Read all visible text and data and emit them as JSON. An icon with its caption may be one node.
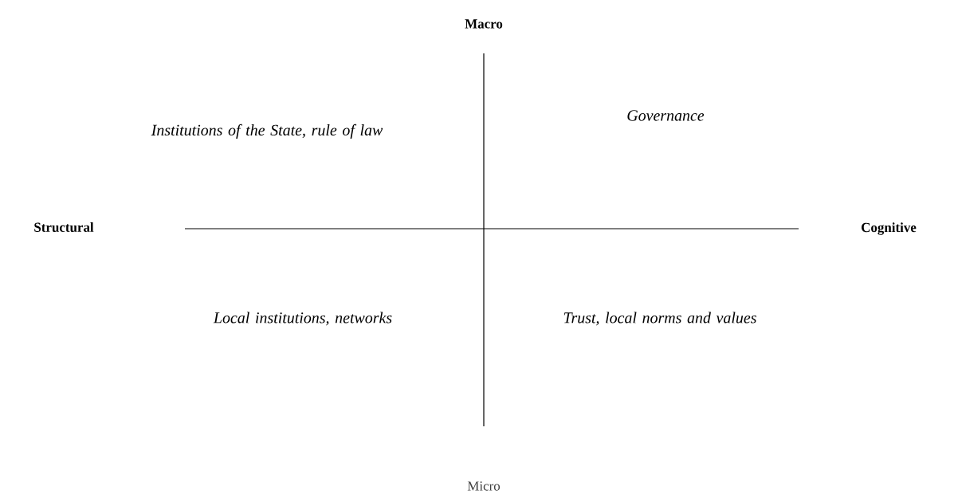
{
  "diagram": {
    "labels": [
      "Macro",
      "Institutions of the State, rule of law",
      "Governance",
      "Structural",
      "Cognitive",
      "Local institutions, networks",
      "Trust, local norms and values",
      "Micro"
    ]
  }
}
